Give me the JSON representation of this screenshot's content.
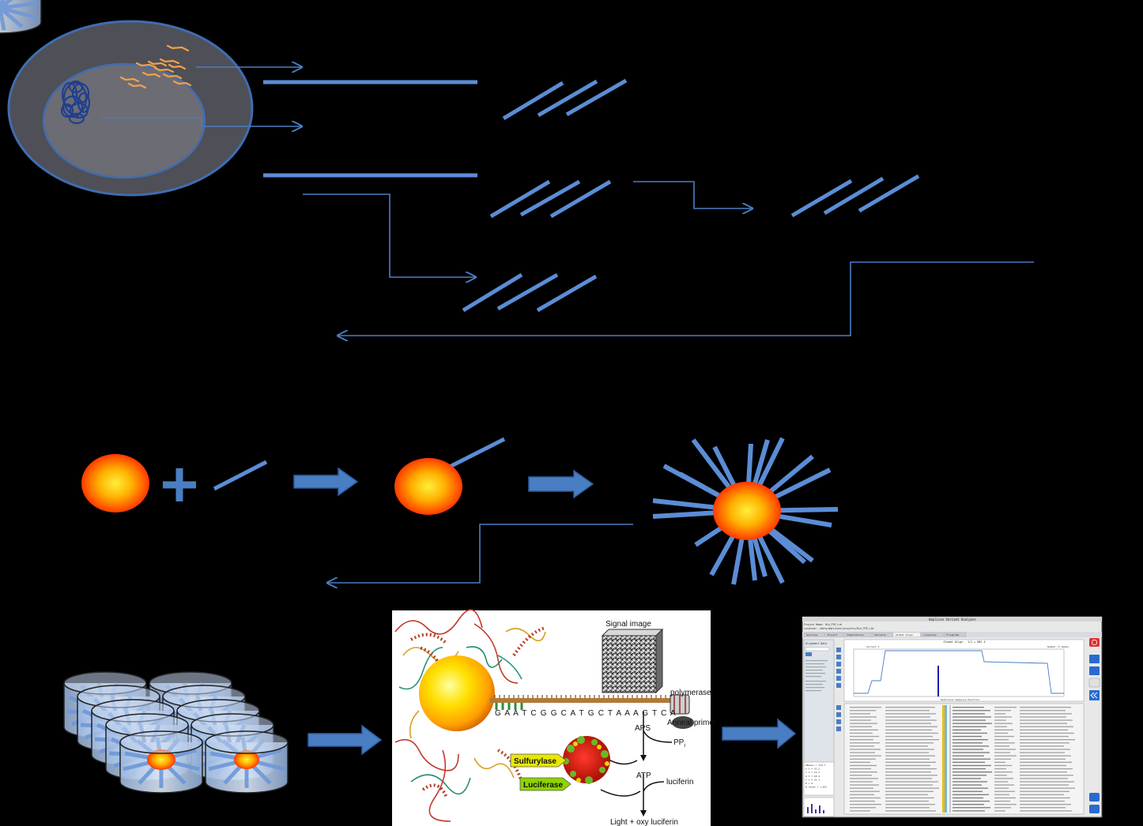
{
  "colors": {
    "background": "#000000",
    "arrow": "#4a7ec2",
    "fragment": "#5b8dd6",
    "cell": "#4f4f57",
    "nucleus": "#6c6c74",
    "rna": "#f5a04a",
    "bead_core": "#ffd21a",
    "bead_edge": "#ff2a00",
    "sulfurylase_tag": "#e8e800",
    "luciferase_tag": "#8fd400"
  },
  "icons": [
    "cell-icon",
    "dna-coil-icon",
    "bead-icon",
    "plus-icon",
    "block-arrow-icon",
    "picotiter-wells-icon",
    "software-screenshot-icon"
  ],
  "pyro": {
    "signal_image": "Signal image",
    "polymerase": "polymerase",
    "anneal_primer": "Anneal primer",
    "sequence": "G A A T C G G C A T G C T A A A G T C A",
    "aps": "APS",
    "pp": "PP",
    "pp_sub": "i",
    "atp": "ATP",
    "luciferin": "luciferin",
    "sulfurylase": "Sulfurylase",
    "luciferase": "Luciferase",
    "light": "Light + oxy luciferin"
  },
  "software": {
    "title": "Amplicon Variant Analyzer",
    "project_name": "Project Name:  HLA_PYR_Lib",
    "location": "Location:  /data/amplicons/projects/HLA_PYR_Lib",
    "tabs": [
      "Overview",
      "Project",
      "Computations",
      "Variants",
      "Global Align",
      "Consensus",
      "Flowgrams"
    ],
    "chart_title": "Global Align - 1/1 + 881 4",
    "y_label": "Variant %",
    "y2_label": "Number of Reads",
    "x_label": "Reference Sequence Position",
    "panel_title": "Alignment Data",
    "sidebar_stats": "mBases = 119.7\nA % = 31.2\nC % = 19.1\nG % = 18.4\nT % = 31.3\nN = 0\n# reads = 1,853"
  }
}
